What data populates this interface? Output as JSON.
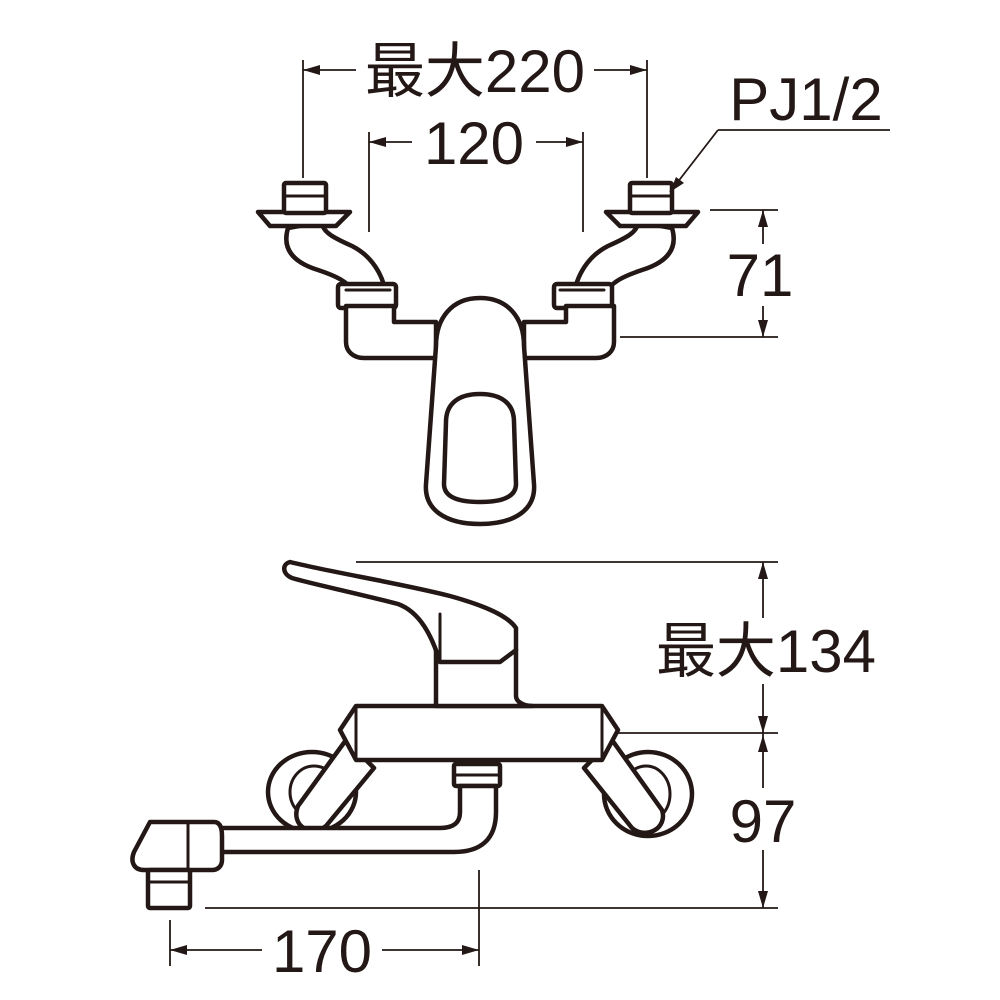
{
  "dimensions": {
    "max_width": "最大220",
    "center_spacing": "120",
    "thread": "PJ1/2",
    "depth_top": "71",
    "max_height": "最大134",
    "height_below": "97",
    "spout_reach": "170"
  },
  "colors": {
    "line": "#231815",
    "background": "#ffffff"
  }
}
